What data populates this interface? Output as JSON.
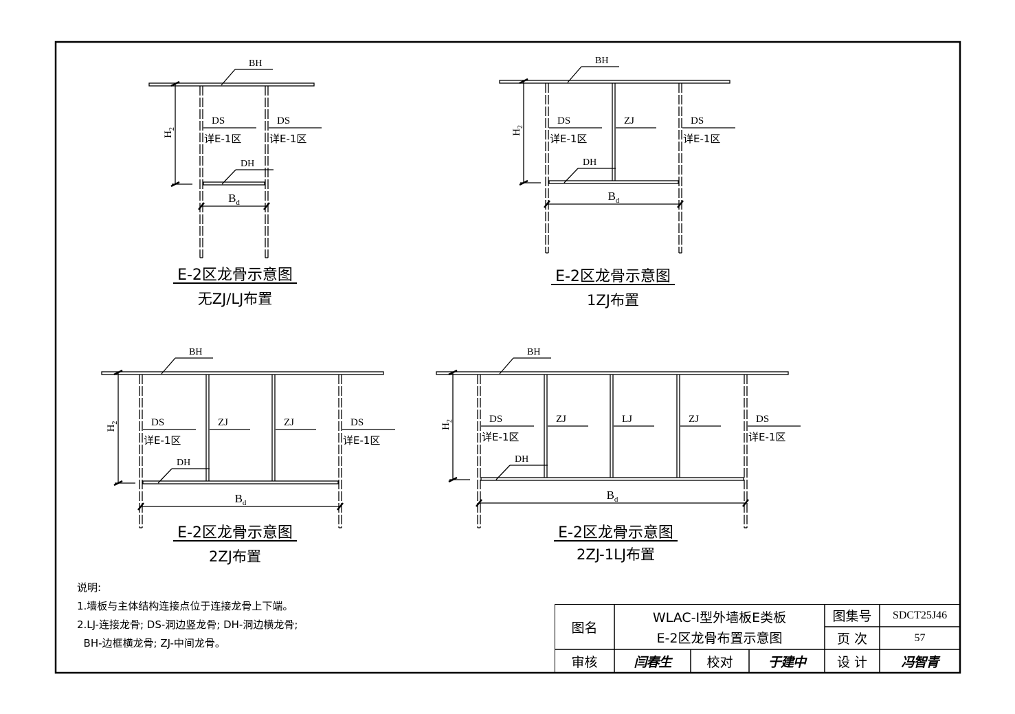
{
  "diagrams": [
    {
      "labels": {
        "bh": "BH",
        "dh": "DH",
        "h2": "H",
        "h2_sub": "2",
        "bd": "B",
        "bd_sub": "d"
      },
      "members": [
        {
          "name": "DS",
          "note": "详E-1区"
        },
        {
          "name": "DS",
          "note": "详E-1区"
        }
      ],
      "title": "E-2区龙骨示意图",
      "subtitle": "无ZJ/LJ布置"
    },
    {
      "labels": {
        "bh": "BH",
        "dh": "DH",
        "h2": "H",
        "h2_sub": "2",
        "bd": "B",
        "bd_sub": "d"
      },
      "members": [
        {
          "name": "DS",
          "note": "详E-1区"
        },
        {
          "name": "ZJ",
          "note": ""
        },
        {
          "name": "DS",
          "note": "详E-1区"
        }
      ],
      "title": "E-2区龙骨示意图",
      "subtitle": "1ZJ布置"
    },
    {
      "labels": {
        "bh": "BH",
        "dh": "DH",
        "h2": "H",
        "h2_sub": "2",
        "bd": "B",
        "bd_sub": "d"
      },
      "members": [
        {
          "name": "DS",
          "note": "详E-1区"
        },
        {
          "name": "ZJ",
          "note": ""
        },
        {
          "name": "ZJ",
          "note": ""
        },
        {
          "name": "DS",
          "note": "详E-1区"
        }
      ],
      "title": "E-2区龙骨示意图",
      "subtitle": "2ZJ布置"
    },
    {
      "labels": {
        "bh": "BH",
        "dh": "DH",
        "h2": "H",
        "h2_sub": "2",
        "bd": "B",
        "bd_sub": "d"
      },
      "members": [
        {
          "name": "DS",
          "note": "详E-1区"
        },
        {
          "name": "ZJ",
          "note": ""
        },
        {
          "name": "LJ",
          "note": ""
        },
        {
          "name": "ZJ",
          "note": ""
        },
        {
          "name": "DS",
          "note": "详E-1区"
        }
      ],
      "title": "E-2区龙骨示意图",
      "subtitle": "2ZJ-1LJ布置"
    }
  ],
  "notes": {
    "heading": "说明:",
    "lines": [
      "1.墙板与主体结构连接点位于连接龙骨上下端。",
      "2.LJ-连接龙骨; DS-洞边竖龙骨; DH-洞边横龙骨;",
      "  BH-边框横龙骨; ZJ-中间龙骨。"
    ]
  },
  "title_block": {
    "name_label": "图名",
    "name_line1": "WLAC-Ⅰ型外墙板E类板",
    "name_line2": "E-2区龙骨布置示意图",
    "atlas_label": "图集号",
    "atlas_value": "SDCT25J46",
    "page_label": "页 次",
    "page_value": "57",
    "review_label": "审核",
    "review_sig": "闫春生",
    "check_label": "校对",
    "check_sig": "于建中",
    "design_label": "设 计",
    "design_sig": "冯智青"
  }
}
